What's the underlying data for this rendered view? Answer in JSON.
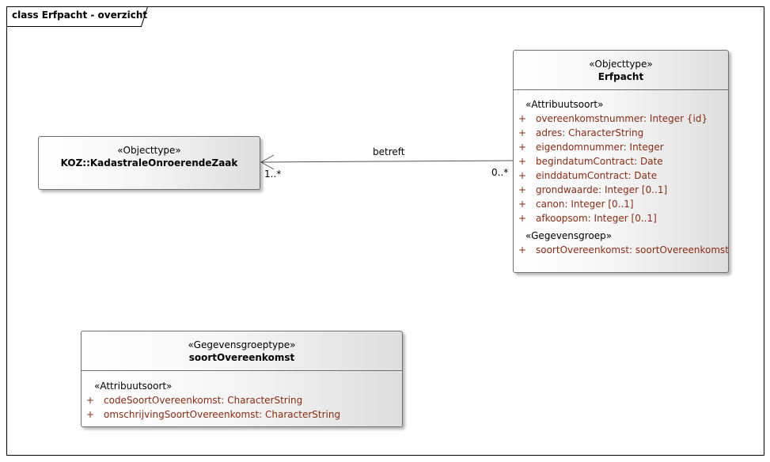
{
  "frame": {
    "title": "class Erfpacht - overzicht"
  },
  "classes": {
    "erfpacht": {
      "stereotype": "«Objecttype»",
      "name": "Erfpacht",
      "sections": [
        {
          "stereotype": "«Attribuutsoort»",
          "attributes": [
            {
              "vis": "+",
              "text": "overeenkomstnummer: Integer {id}"
            },
            {
              "vis": "+",
              "text": "adres: CharacterString"
            },
            {
              "vis": "+",
              "text": "eigendomnummer: Integer"
            },
            {
              "vis": "+",
              "text": "begindatumContract: Date"
            },
            {
              "vis": "+",
              "text": "einddatumContract: Date"
            },
            {
              "vis": "+",
              "text": "grondwaarde: Integer [0..1]"
            },
            {
              "vis": "+",
              "text": "canon: Integer [0..1]"
            },
            {
              "vis": "+",
              "text": "afkoopsom: Integer [0..1]"
            }
          ]
        },
        {
          "stereotype": "«Gegevensgroep»",
          "attributes": [
            {
              "vis": "+",
              "text": "soortOvereenkomst: soortOvereenkomst"
            }
          ]
        }
      ]
    },
    "koz": {
      "stereotype": "«Objecttype»",
      "name": "KOZ::KadastraleOnroerendeZaak"
    },
    "soortOvereenkomst": {
      "stereotype": "«Gegevensgroeptype»",
      "name": "soortOvereenkomst",
      "sections": [
        {
          "stereotype": "«Attribuutsoort»",
          "attributes": [
            {
              "vis": "+",
              "text": "codeSoortOvereenkomst: CharacterString"
            },
            {
              "vis": "+",
              "text": "omschrijvingSoortOvereenkomst: CharacterString"
            }
          ]
        }
      ]
    }
  },
  "association": {
    "label": "betreft",
    "source_multiplicity": "0..*",
    "target_multiplicity": "1..*"
  },
  "colors": {
    "attribute_text": "#8a2b12",
    "border": "#707070"
  }
}
